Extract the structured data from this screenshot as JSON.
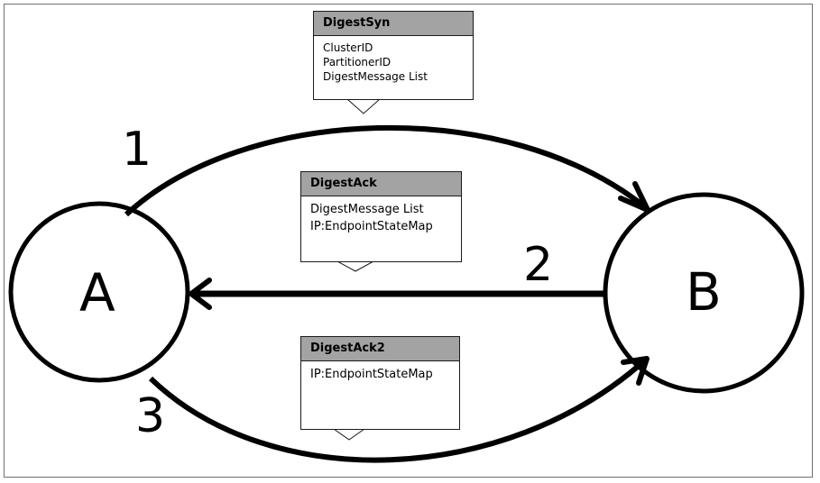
{
  "nodes": {
    "a": {
      "label": "A"
    },
    "b": {
      "label": "B"
    }
  },
  "steps": {
    "one": "1",
    "two": "2",
    "three": "3"
  },
  "messages": {
    "syn": {
      "title": "DigestSyn",
      "fields": [
        "ClusterID",
        "PartitionerID",
        "DigestMessage List"
      ]
    },
    "ack": {
      "title": "DigestAck",
      "fields": [
        "DigestMessage List",
        "IP:EndpointStateMap"
      ]
    },
    "ack2": {
      "title": "DigestAck2",
      "fields": [
        "IP:EndpointStateMap"
      ]
    }
  }
}
